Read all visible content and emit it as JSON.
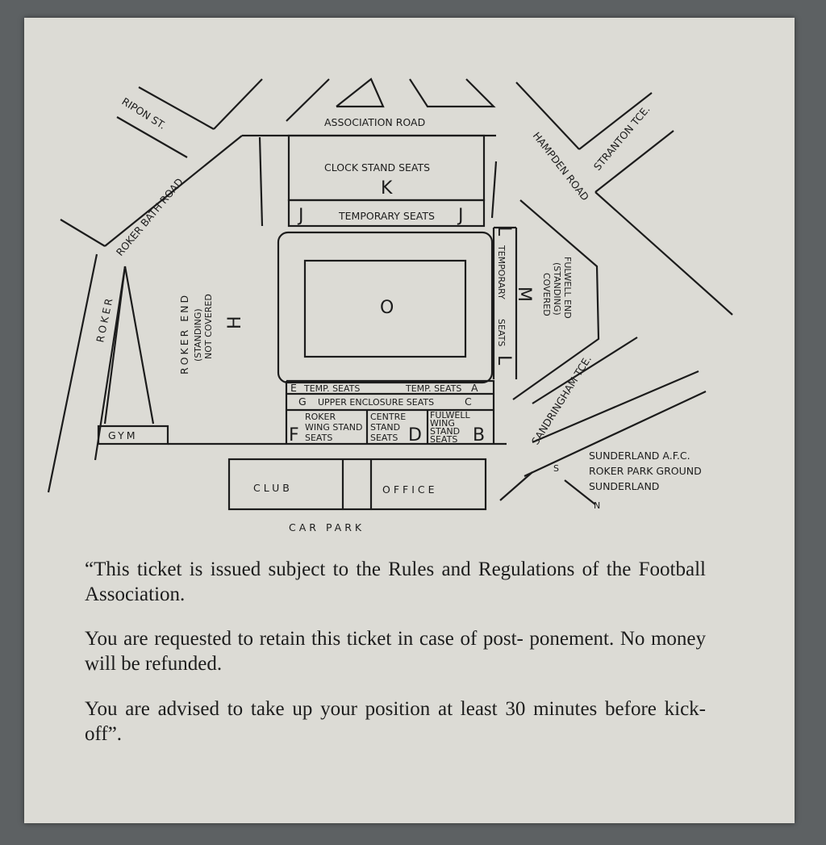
{
  "roads": {
    "association": "ASSOCIATION ROAD",
    "ripon": "RIPON ST.",
    "roker_bath": "ROKER  BATH  ROAD",
    "roker": "ROKER",
    "hampden": "HAMPDEN ROAD",
    "stranton": "STRANTON TCE.",
    "sandringham": "SANDRINGHAM TCE."
  },
  "sections": {
    "clock_stand": "CLOCK STAND SEATS",
    "K": "K",
    "J": "J",
    "temporary_seats": "TEMPORARY SEATS",
    "O": "O",
    "H": "H",
    "roker_end": "ROKER  END",
    "roker_end_standing": "(STANDING)",
    "roker_end_cover": "NOT COVERED",
    "L": "L",
    "l_temporary": "TEMPORARY",
    "l_seats": "SEATS",
    "M": "M",
    "fulwell_end": "FULWELL END",
    "fulwell_standing": "(STANDING)",
    "fulwell_cover": "COVERED",
    "E": "E",
    "e_temp": "TEMP. SEATS",
    "a_temp": "TEMP. SEATS",
    "A": "A",
    "G": "G",
    "upper_enclosure": "UPPER ENCLOSURE SEATS",
    "C": "C",
    "F": "F",
    "roker_wing": [
      "ROKER",
      "WING STAND",
      "SEATS"
    ],
    "centre": [
      "CENTRE",
      "STAND",
      "SEATS"
    ],
    "D": "D",
    "fulwell_wing": [
      "FULWELL",
      "WING",
      "STAND",
      "SEATS"
    ],
    "B": "B",
    "gym": "GYM",
    "club": "CLUB",
    "office": "OFFICE",
    "car_park": "CAR  PARK"
  },
  "address": [
    "SUNDERLAND A.F.C.",
    "ROKER PARK GROUND",
    "SUNDERLAND"
  ],
  "compass": {
    "s": "S",
    "n": "N"
  },
  "rules": [
    "“This ticket is issued subject to the Rules and Regulations of the Football Association.",
    "You are requested to retain this ticket in case of post- ponement. No money will be refunded.",
    "You are advised to take up your position at least 30 minutes before kick-off”."
  ]
}
